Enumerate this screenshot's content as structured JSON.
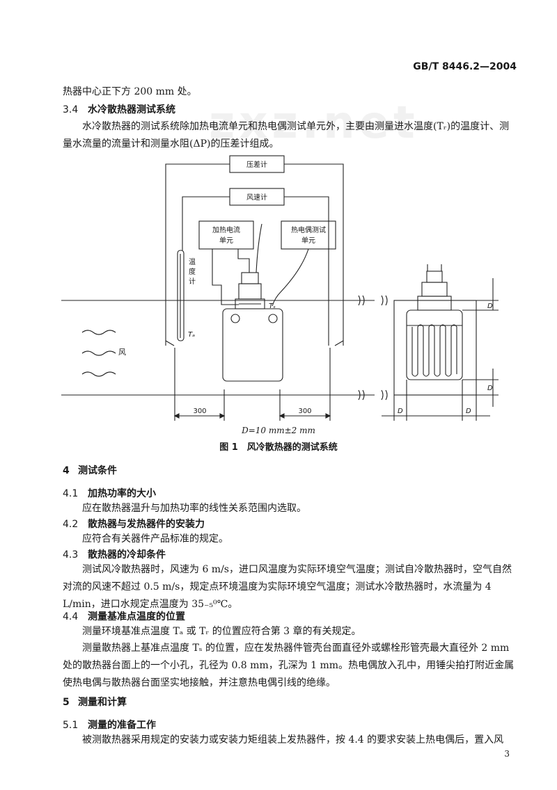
{
  "header": {
    "std_number": "GB/T 8446.2—2004"
  },
  "watermark": "zxz.net",
  "intro_line": "热器中心正下方 200 mm 处。",
  "s3_4": {
    "num": "3.4",
    "title": "水冷散热器测试系统",
    "text": "水冷散热器的测试系统除加热电流单元和热电偶测试单元外，主要由测量进水温度(Tᵣ)的温度计、测量水流量的流量计和测量水阻(ΔP)的压差计组成。"
  },
  "figure": {
    "labels": {
      "pressure_gauge": "压差计",
      "anemometer": "风速计",
      "heating_unit_1": "加热电流",
      "heating_unit_2": "单元",
      "thermo_unit_1": "热电偶测试",
      "thermo_unit_2": "单元",
      "thermometer_1": "温",
      "thermometer_2": "度",
      "thermometer_3": "计",
      "ta": "Tₐ",
      "ts": "Tₛ",
      "wind": "风",
      "dim_left": "300",
      "dim_right": "300",
      "dim_d1": "D",
      "dim_d2": "D",
      "dim_d3": "D",
      "dim_d4": "D"
    },
    "formula": "D=10 mm±2 mm",
    "caption": "图 1　风冷散热器的测试系统"
  },
  "s4": {
    "num": "4",
    "title": "测试条件"
  },
  "s4_1": {
    "num": "4.1",
    "title": "加热功率的大小",
    "text": "应在散热器温升与加热功率的线性关系范围内选取。"
  },
  "s4_2": {
    "num": "4.2",
    "title": "散热器与发热器件的安装力",
    "text": "应符合有关器件产品标准的规定。"
  },
  "s4_3": {
    "num": "4.3",
    "title": "散热器的冷却条件",
    "text": "测试风冷散热器时，风速为 6 m/s，进口风温度为实际环境空气温度；测试自冷散热器时，空气自然对流的风速不超过 0.5 m/s，规定点环境温度为实际环境空气温度；测试水冷散热器时，水流量为 4 L/min，进口水规定点温度为 35₋₅⁰℃。"
  },
  "s4_4": {
    "num": "4.4",
    "title": "测量基准点温度的位置",
    "text1": "测量环境基准点温度 Tₐ 或 Tᵣ 的位置应符合第 3 章的有关规定。",
    "text2": "测量散热器上基准点温度 Tₛ 的位置，应在发热器件管壳台面直径外或螺栓形管壳最大直径外 2 mm处的散热器台面上的一个小孔，孔径为 0.8 mm，孔深为 1 mm。热电偶放入孔中，用锤尖拍打附近金属使热电偶与散热器台面坚实地接触，并注意热电偶引线的绝缘。"
  },
  "s5": {
    "num": "5",
    "title": "测量和计算"
  },
  "s5_1": {
    "num": "5.1",
    "title": "测量的准备工作",
    "text": "被测散热器采用规定的安装力或安装力矩组装上发热器件，按 4.4 的要求安装上热电偶后，置入风"
  },
  "page_number": "3"
}
